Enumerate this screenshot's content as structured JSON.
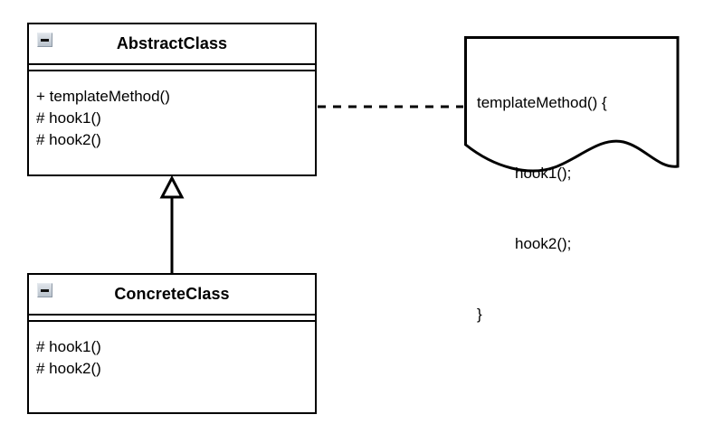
{
  "diagram": {
    "title": "Template Method pattern UML class diagram",
    "colors": {
      "stroke": "#000000",
      "fill": "#ffffff",
      "background": "#ffffff",
      "icon_face": "#c9d1da",
      "icon_border": "#8d98a5"
    },
    "classes": [
      {
        "name": "AbstractClass",
        "collapse_icon": "collapse-minus-icon",
        "members": [
          "+ templateMethod()",
          "# hook1()",
          "# hook2()"
        ]
      },
      {
        "name": "ConcreteClass",
        "collapse_icon": "collapse-minus-icon",
        "members": [
          "# hook1()",
          "# hook2()"
        ]
      }
    ],
    "note": {
      "lines": [
        "templateMethod() {",
        "hook1();",
        "hook2();",
        "}"
      ]
    },
    "relations": [
      {
        "kind": "generalization",
        "from": "ConcreteClass",
        "to": "AbstractClass",
        "arrowhead": "hollow-triangle",
        "line_style": "solid"
      },
      {
        "kind": "note-anchor",
        "from": "AbstractClass",
        "to": "note",
        "arrowhead": "none",
        "line_style": "dashed"
      }
    ]
  }
}
